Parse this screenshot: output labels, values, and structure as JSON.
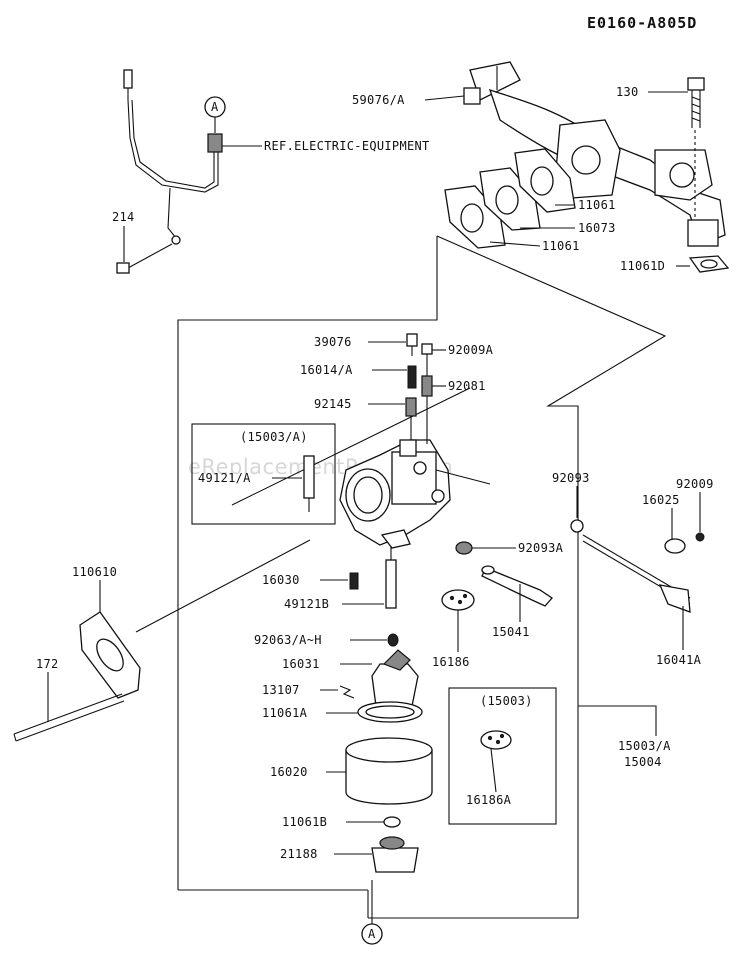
{
  "diagram_code": "E0160-A805D",
  "watermark": "eReplacementParts.com",
  "callout_letter": "A",
  "ref_note": "REF.ELECTRIC-EQUIPMENT",
  "part_labels": {
    "p59076A": "59076/A",
    "p130": "130",
    "p11061": "11061",
    "p16073": "16073",
    "p11061b2": "11061",
    "p11061D": "11061D",
    "p214": "214",
    "p39076": "39076",
    "p92009A": "92009A",
    "p16014A": "16014/A",
    "p92081": "92081",
    "p92145": "92145",
    "p49121A": "49121/A",
    "p92093": "92093",
    "p92009": "92009",
    "p16025": "16025",
    "p92093A": "92093A",
    "p110610": "110610",
    "p16030": "16030",
    "p49121B": "49121B",
    "p15041": "15041",
    "p16186": "16186",
    "p16041A": "16041A",
    "p172": "172",
    "p92063AH": "92063/A~H",
    "p16031": "16031",
    "p13107": "13107",
    "p11061A": "11061A",
    "p16186A": "16186A",
    "p15003A": "15003/A",
    "p15004": "15004",
    "p16020": "16020",
    "p11061B": "11061B",
    "p21188": "21188"
  },
  "kit_labels": {
    "kit_15003A": "(15003/A)",
    "kit_15003": "(15003)"
  }
}
